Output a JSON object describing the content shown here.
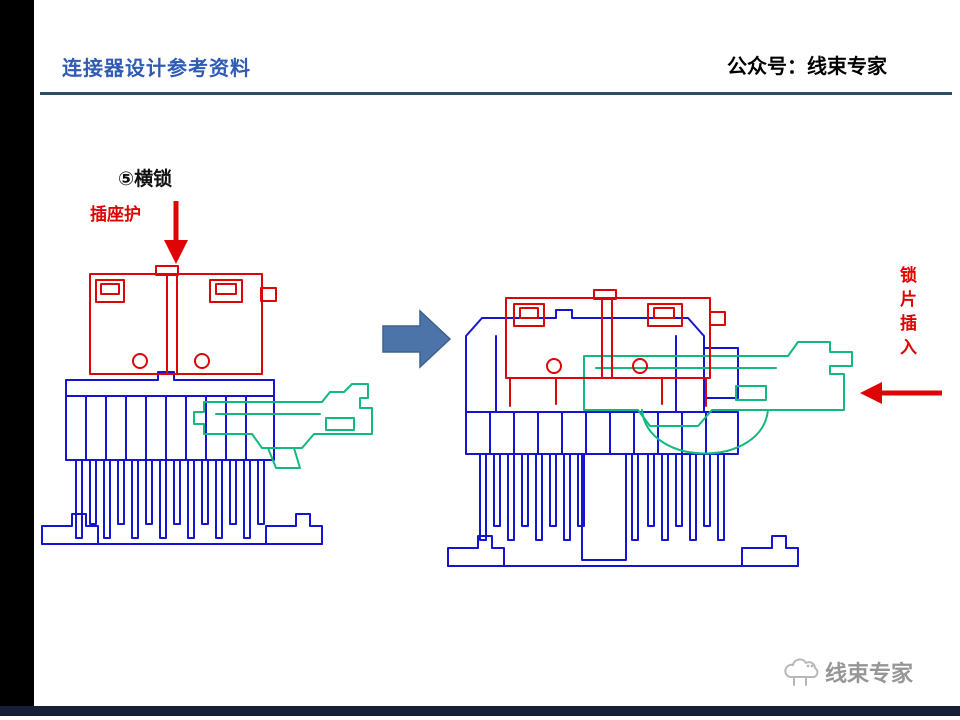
{
  "colors": {
    "title_blue": "#2f5bb5",
    "rule": "#2b4e66",
    "red": "#dd0505",
    "blue": "#1515cf",
    "green": "#0fba7c",
    "arrow_blue": "#4d74a8",
    "arrow_blue_dark": "#3c618f",
    "left_bar": "#000000",
    "bottom_bar": "#161e38",
    "watermark_gray": "#969696",
    "text_black": "#111111"
  },
  "header": {
    "title": "连接器设计参考资料",
    "account": "公众号：线束专家"
  },
  "diagram": {
    "step_label": "⑤横锁",
    "callout_socket_guard": "插座护",
    "callout_lock_insert": "锁片插入"
  },
  "watermark": {
    "text": "线束专家"
  },
  "icons": {
    "down_arrow": "red-arrow-down-icon",
    "left_arrow": "red-arrow-left-icon",
    "block_arrow": "blue-block-arrow-right-icon",
    "mascot": "sheep-mascot-icon"
  }
}
